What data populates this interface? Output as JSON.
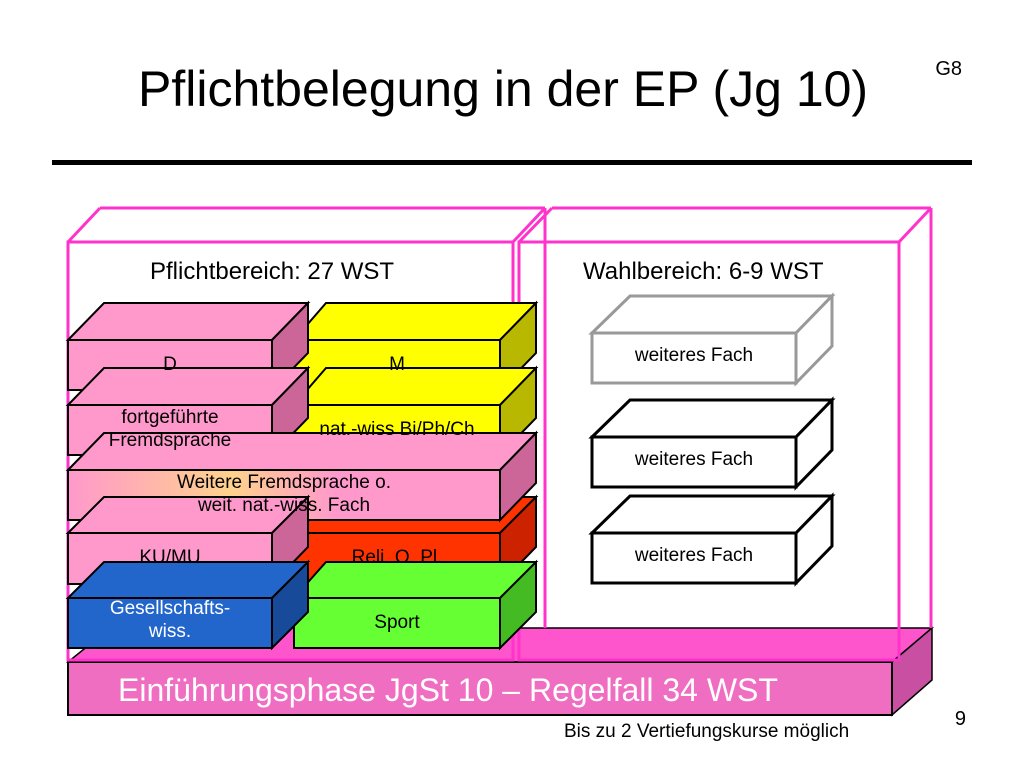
{
  "slide": {
    "title": "Pflichtbelegung in der EP (Jg 10)",
    "corner_tag": "G8",
    "page_number": "9",
    "footnote": "Bis zu 2 Vertiefungskurse möglich"
  },
  "mandatory_area": {
    "label": "Pflichtbereich: 27 WST",
    "blocks": {
      "d": "D",
      "m": "M",
      "foreign_lang_1": "fortgeführte",
      "foreign_lang_2": "Fremdsprache",
      "science": "nat.-wiss Bi/Ph/Ch",
      "further_1": "Weitere Fremdsprache o.",
      "further_2": "weit. nat.-wiss. Fach",
      "art_music": "KU/MU",
      "religion": "Reli. O. Pl.",
      "social_1": "Gesellschafts-",
      "social_2": "wiss.",
      "sport": "Sport"
    }
  },
  "elective_area": {
    "label": "Wahlbereich: 6-9 WST",
    "blocks": [
      "weiteres Fach",
      "weiteres Fach",
      "weiteres Fach"
    ]
  },
  "base": {
    "label": "Einführungsphase JgSt 10 – Regelfall 34 WST"
  },
  "colors": {
    "frame_pink": "#ff33cc",
    "base_front": "#f06ec2",
    "base_top": "#ff55cc",
    "pink_block": "#ff99cc",
    "pink_block_dark": "#cc6699",
    "yellow_block": "#ffff00",
    "yellow_block_dark": "#b8b800",
    "red_block": "#ff3300",
    "red_block_dark": "#cc2200",
    "green_block": "#66ff33",
    "green_block_dark": "#44bb22",
    "blue_block": "#2266cc",
    "blue_block_dark": "#174a99"
  }
}
